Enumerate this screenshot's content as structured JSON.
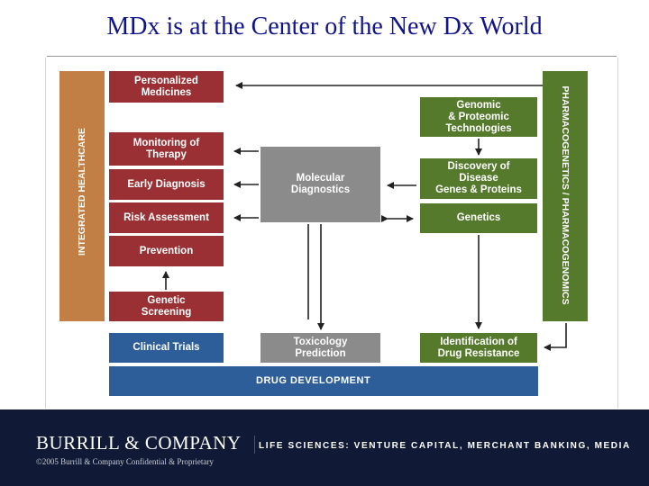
{
  "title": "MDx is at the Center of the New Dx World",
  "left_bar_label": "INTEGRATED HEALTHCARE",
  "right_bar_label": "PHARMACOGENETICS / PHARMACOGENOMICS",
  "left_boxes": {
    "personalized": "Personalized\nMedicines",
    "monitoring": "Monitoring of\nTherapy",
    "early": "Early Diagnosis",
    "risk": "Risk Assessment",
    "prevention": "Prevention",
    "screening": "Genetic\nScreening",
    "trials": "Clinical Trials"
  },
  "center_boxes": {
    "mdx": "Molecular\nDiagnostics",
    "tox": "Toxicology\nPrediction"
  },
  "right_boxes": {
    "genomic": "Genomic\n& Proteomic\nTechnologies",
    "discovery": "Discovery of\nDisease\nGenes & Proteins",
    "genetics": "Genetics",
    "resistance": "Identification of\nDrug Resistance"
  },
  "drug_development": "DRUG DEVELOPMENT",
  "footer": {
    "brand": "BURRILL & COMPANY",
    "tagline": "LIFE SCIENCES: VENTURE CAPITAL, MERCHANT BANKING, MEDIA",
    "copyright": "©2005 Burrill & Company Confidential & Proprietary"
  },
  "colors": {
    "title": "#10148c",
    "red": "#9a3033",
    "green": "#557a2c",
    "gray": "#8b8b8b",
    "blue": "#2d5e9a",
    "orange": "#c17f45",
    "footer": "#101a36"
  }
}
